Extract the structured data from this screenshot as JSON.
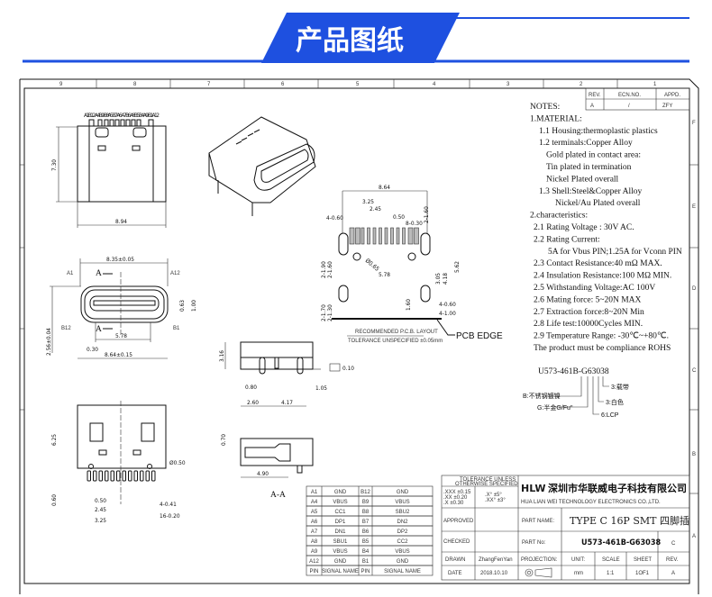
{
  "banner": {
    "title": "产品图纸",
    "color": "#1e50e0"
  },
  "frame": {
    "columns": [
      "9",
      "8",
      "7",
      "6",
      "5",
      "4",
      "3",
      "2",
      "1"
    ],
    "rows": [
      "F",
      "E",
      "D",
      "C",
      "B",
      "A"
    ]
  },
  "rev_table": {
    "headers": [
      "REV.",
      "ECN.NO.",
      "APPD."
    ],
    "values": [
      "A",
      "/",
      "ZFY"
    ]
  },
  "notes": [
    "NOTES:",
    "1.MATERIAL:",
    "1.1 Housing:thermoplastic plastics",
    "1.2 terminals:Copper Alloy",
    "Gold plated in contact area:",
    "Tin plated in termination",
    "Nickel Plated overall",
    "1.3 Shell:Steel&Copper Alloy",
    "Nickel/Au Plated overall",
    "2.characteristics:",
    "2.1 Rating Voltage : 30V AC.",
    "2.2 Rating Current:",
    "5A for Vbus PIN;1.25A for Vconn PIN",
    "2.3 Contact Resistance:40 mΩ MAX.",
    "2.4 Insulation Resistance:100 MΩ MIN.",
    "2.5 Withstanding Voltage:AC 100V",
    "2.6 Mating force: 5~20N MAX",
    "2.7 Extraction force:8~20N Min",
    "2.8 Life test:10000Cycles MIN.",
    "2.9 Temperature Range: -30℃~+80℃.",
    "The product must be compliance ROHS"
  ],
  "part_code": {
    "code": "U573-461B-G63038",
    "callouts": [
      "B:不锈钢镀镍",
      "G:半金G/Fu\"",
      "6:LCP",
      "3:白色",
      "3:载带"
    ]
  },
  "top_view": {
    "pin_row": "A1B12 A4B9 B8A5 B7A6 A7B6 A8B5 B4A9 B1A12",
    "height": "7.30",
    "width": "8.94"
  },
  "front_view": {
    "width_top": "8.35±0.05",
    "section_mark": "A",
    "pin_a1": "A1",
    "pin_a12": "A12",
    "pin_b12": "B12",
    "pin_b1": "B1",
    "d1": "0.63",
    "d2": "1.00",
    "inner": "5.78",
    "height": "2.56±0.04",
    "offset": "0.30",
    "width_bottom": "8.64±0.15"
  },
  "bottom_view": {
    "height": "6.25",
    "hole": "Ø0.50",
    "leg": "0.60",
    "pitch": "0.50",
    "d1": "2.45",
    "d2": "3.25",
    "legs": "4-0.41",
    "pins": "16-0.20"
  },
  "side_view": {
    "height": "3.16",
    "flat": "0.10",
    "d1": "0.80",
    "d2": "2.60",
    "d3": "4.17",
    "d4": "1.05"
  },
  "section_view": {
    "d1": "0.70",
    "d2": "4.90",
    "label": "A-A"
  },
  "pcb_layout": {
    "dims": [
      "8.64",
      "3.25",
      "2.45",
      "0.50",
      "4-0.60",
      "8-0.30",
      "2-1.60",
      "Ø0.65",
      "5.78",
      "2-1.90",
      "2-1.60",
      "2-1.70",
      "2-1.30",
      "3.05",
      "4.18",
      "5.62",
      "1.60",
      "4-0.60",
      "4-1.00"
    ],
    "title": "RECOMMENDED P.C.B. LAYOUT",
    "tolerance": "TOLERANCE UNSPECIFIED ±0.05mm",
    "edge_label": "PCB EDGE"
  },
  "pin_table": {
    "rows": [
      [
        "A1",
        "GND",
        "B12",
        "GND"
      ],
      [
        "A4",
        "VBUS",
        "B9",
        "VBUS"
      ],
      [
        "A5",
        "CC1",
        "B8",
        "SBU2"
      ],
      [
        "A6",
        "DP1",
        "B7",
        "DN2"
      ],
      [
        "A7",
        "DN1",
        "B6",
        "DP2"
      ],
      [
        "A8",
        "SBU1",
        "B5",
        "CC2"
      ],
      [
        "A9",
        "VBUS",
        "B4",
        "VBUS"
      ],
      [
        "A12",
        "GND",
        "B1",
        "GND"
      ],
      [
        "PIN",
        "SIGNAL NAME",
        "PIN",
        "SIGNAL NAME"
      ]
    ]
  },
  "title_block": {
    "tolerance_title": "TOLERANCE UNLESS",
    "tolerance_sub": "OTHERWISE SPECIFIED",
    "tol_linear": [
      ".XXX ±0.15",
      ".XX  ±0.20",
      ".X   ±0.30"
    ],
    "tol_angle": [
      ".X°  ±5°",
      ".XX° ±3°"
    ],
    "logo": "HLW",
    "company_cn": "深圳市华联威电子科技有限公司",
    "company_en": "HUA LIAN WEI TECHNOLOGY ELECTRONICS CO.,LTD.",
    "approved": "APPROVED",
    "checked": "CHECKED",
    "drawn": "DRAWN",
    "date": "DATE",
    "drawn_by": "ZhangFenYan",
    "date_value": "2018.10.10",
    "part_name_label": "PART NAME:",
    "part_name": "TYPE C 16P SMT 四脚插",
    "part_no_label": "PART No:",
    "part_no": "U573-461B-G63038",
    "part_rev": "C",
    "projection": "PROJECTION:",
    "unit": "UNIT:",
    "scale": "SCALE",
    "sheet": "SHEET",
    "rev": "REV.",
    "unit_value": "mm",
    "scale_value": "1:1",
    "sheet_value": "1OF1",
    "rev_value": "A"
  }
}
